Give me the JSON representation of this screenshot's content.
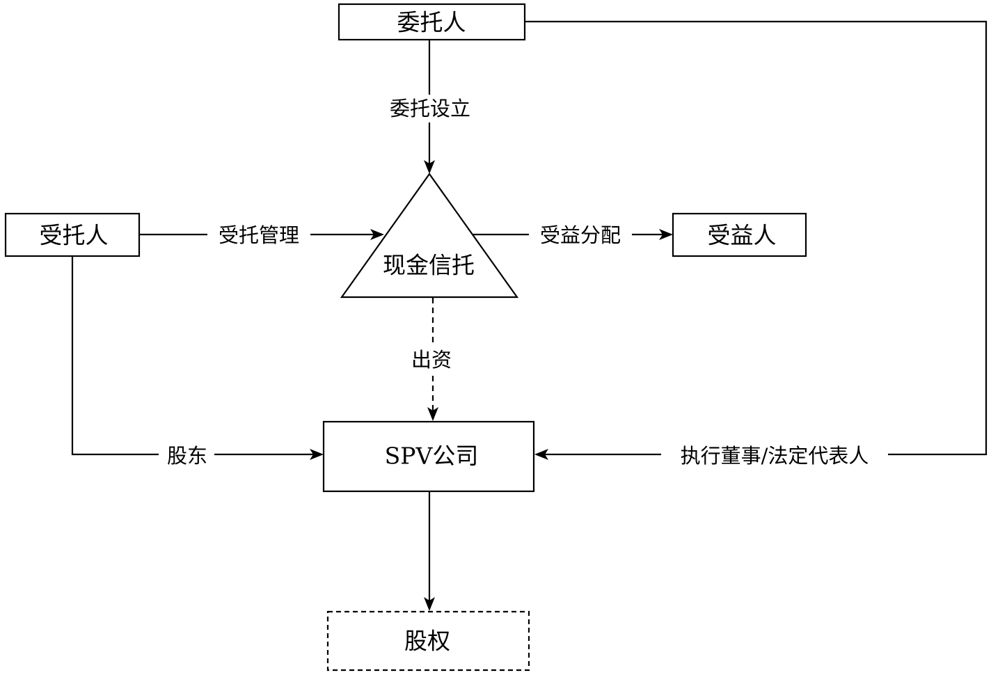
{
  "nodes": {
    "settlor": {
      "label": "委托人"
    },
    "trustee": {
      "label": "受托人"
    },
    "trust": {
      "label": "现金信托"
    },
    "beneficiary": {
      "label": "受益人"
    },
    "spv": {
      "label": "SPV公司"
    },
    "equity": {
      "label": "股权"
    }
  },
  "edges": {
    "settlor_to_trust": {
      "label": "委托设立"
    },
    "trustee_to_trust": {
      "label": "受托管理"
    },
    "trust_to_beneficiary": {
      "label": "受益分配"
    },
    "trust_to_spv": {
      "label": "出资"
    },
    "trustee_to_spv": {
      "label": "股东"
    },
    "settlor_to_spv": {
      "label": "执行董事/法定代表人"
    }
  }
}
